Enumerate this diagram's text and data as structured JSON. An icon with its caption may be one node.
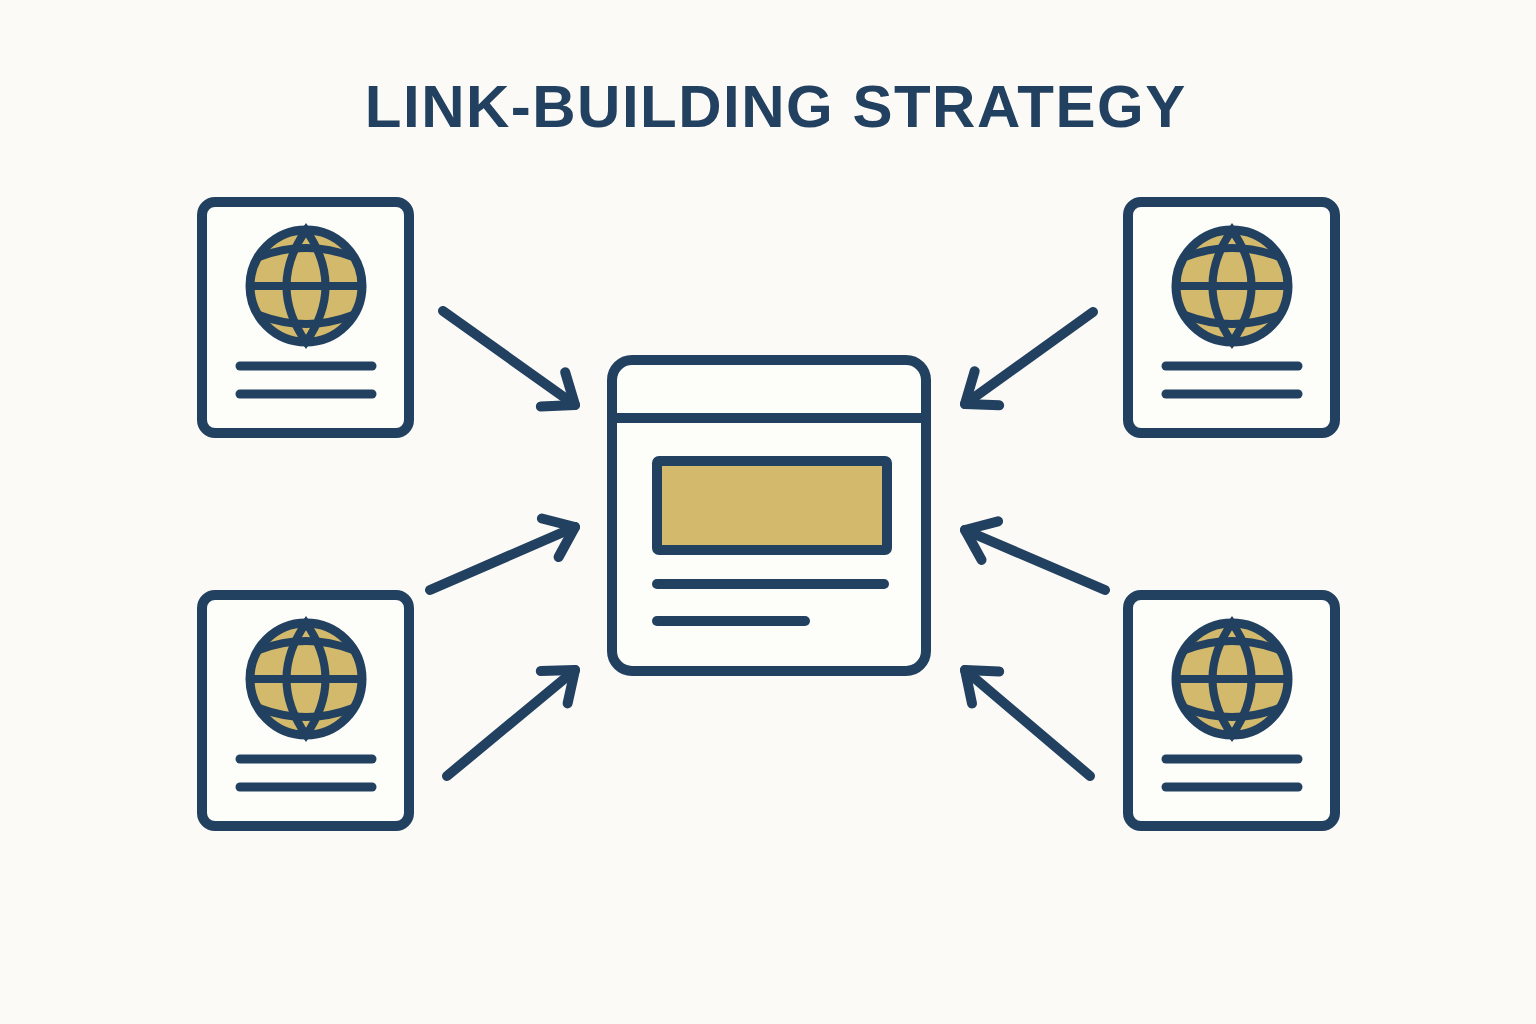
{
  "diagram": {
    "title": "LINK-BUILDING STRATEGY",
    "nodes": [
      {
        "text": [],
        "shape": "picture"
      },
      {
        "text": [],
        "shape": "picture"
      },
      {
        "text": [],
        "shape": "picture"
      },
      {
        "text": [],
        "shape": "picture"
      },
      {
        "text": [],
        "shape": "picture"
      }
    ],
    "edges": [
      {
        "from": 0,
        "to": 2,
        "arrow": "to"
      },
      {
        "from": 1,
        "to": 2,
        "arrow": "to"
      },
      {
        "from": 3,
        "to": 2,
        "arrow": "to"
      },
      {
        "from": 4,
        "to": 2,
        "arrow": "to"
      },
      {
        "from": 3,
        "to": 2,
        "arrow": "to"
      },
      {
        "from": 4,
        "to": 2,
        "arrow": "to"
      }
    ]
  }
}
